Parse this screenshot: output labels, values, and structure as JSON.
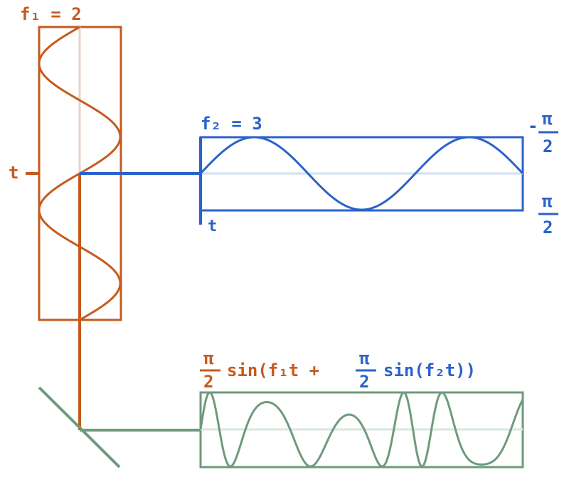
{
  "colors": {
    "orange": "#c65a1e",
    "orange_faint": "#ead2c4",
    "blue": "#2a62c9",
    "blue_faint": "#cfe0f7",
    "green": "#6e9a7c",
    "green_faint": "#d8e7dd"
  },
  "labels": {
    "f1": "f₁ = 2",
    "f2": "f₂ = 3",
    "t_left": "t",
    "t_bottom": "t",
    "pi_top_sign": "-",
    "pi_top_num": "π",
    "pi_top_den": "2",
    "pi_bottom_num": "π",
    "pi_bottom_den": "2",
    "formula_frac1_num": "π",
    "formula_frac1_den": "2",
    "formula_part1": "sin(f₁t +",
    "formula_frac2_num": "π",
    "formula_frac2_den": "2",
    "formula_part2": "sin(f₂t))"
  },
  "waves": {
    "orange_frequency": 2,
    "blue_frequency": 3
  }
}
